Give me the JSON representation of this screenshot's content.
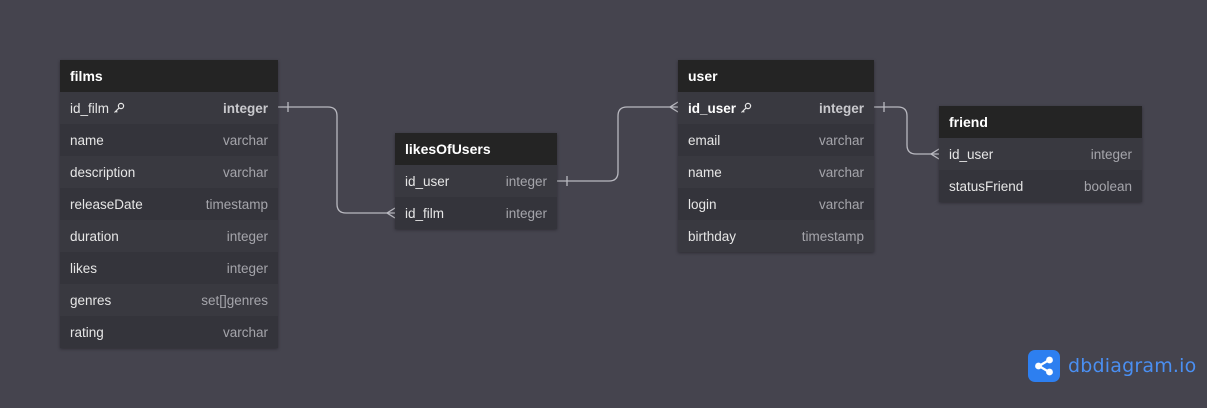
{
  "tables": {
    "films": {
      "name": "films",
      "columns": [
        {
          "name": "id_film",
          "type": "integer",
          "pk": true
        },
        {
          "name": "name",
          "type": "varchar"
        },
        {
          "name": "description",
          "type": "varchar"
        },
        {
          "name": "releaseDate",
          "type": "timestamp"
        },
        {
          "name": "duration",
          "type": "integer"
        },
        {
          "name": "likes",
          "type": "integer"
        },
        {
          "name": "genres",
          "type": "set[]genres"
        },
        {
          "name": "rating",
          "type": "varchar"
        }
      ]
    },
    "likesOfUsers": {
      "name": "likesOfUsers",
      "columns": [
        {
          "name": "id_user",
          "type": "integer"
        },
        {
          "name": "id_film",
          "type": "integer"
        }
      ]
    },
    "user": {
      "name": "user",
      "columns": [
        {
          "name": "id_user",
          "type": "integer",
          "pk": true
        },
        {
          "name": "email",
          "type": "varchar"
        },
        {
          "name": "name",
          "type": "varchar"
        },
        {
          "name": "login",
          "type": "varchar"
        },
        {
          "name": "birthday",
          "type": "timestamp"
        }
      ]
    },
    "friend": {
      "name": "friend",
      "columns": [
        {
          "name": "id_user",
          "type": "integer"
        },
        {
          "name": "statusFriend",
          "type": "boolean"
        }
      ]
    }
  },
  "relationships": [
    {
      "from": "films.id_film",
      "to": "likesOfUsers.id_film",
      "cardinality": "one-to-many"
    },
    {
      "from": "likesOfUsers.id_user",
      "to": "user.id_user",
      "cardinality": "one-to-many"
    },
    {
      "from": "user.id_user",
      "to": "friend.id_user",
      "cardinality": "one-to-many"
    }
  ],
  "brand": {
    "name": "dbdiagram.io",
    "icon": "share-nodes-icon",
    "color": "#2d7ff0"
  },
  "colors": {
    "canvas": "#45444e",
    "table_header": "#242424",
    "table_body": "#34343b",
    "connector": "#b9b9c0"
  }
}
